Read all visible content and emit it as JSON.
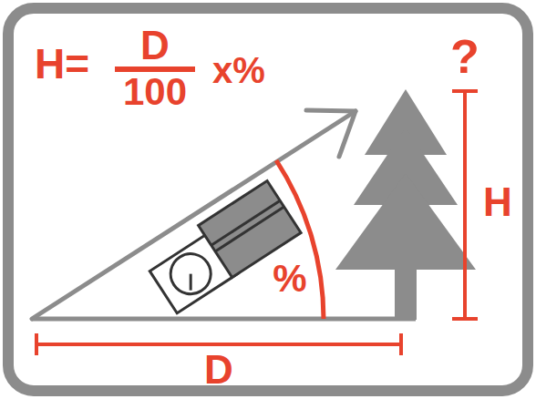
{
  "diagram": {
    "labels": [
      "H=",
      "D",
      "100",
      "x%",
      "?",
      "H",
      "%",
      "D"
    ]
  }
}
